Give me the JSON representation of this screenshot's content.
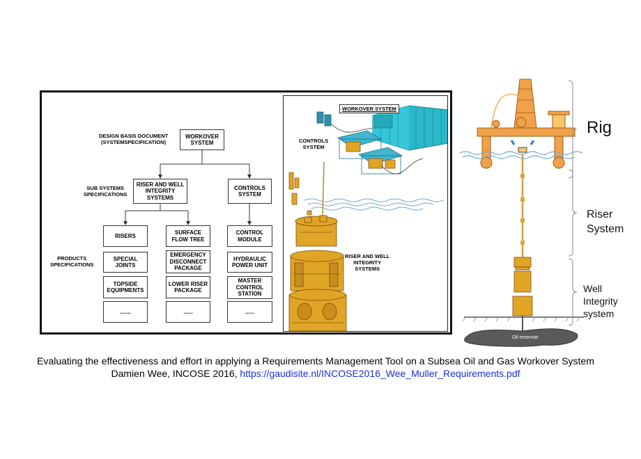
{
  "tree": {
    "row_labels": {
      "design_basis": "DESIGN BASIS DOCUMENT\n(SYSTEMSPECIFICATION)",
      "sub_systems": "SUB SYSTEMS\nSPECIFICATIONS",
      "products": "PRODUCTS\nSPECIFICATIONS"
    },
    "root": "WORKOVER\nSYSTEM",
    "riser_well": "RISER AND WELL\nINTEGRITY\nSYSTEMS",
    "controls": "CONTROLS\nSYSTEM",
    "col1": [
      "RISERS",
      "SPECIAL\nJOINTS",
      "TOPSIDE\nEQUIPMENTS",
      "......."
    ],
    "col2": [
      "SURFACE\nFLOW TREE",
      "EMERGENCY\nDISCONNECT\nPACKAGE",
      "LOWER RISER\nPACKAGE",
      "......"
    ],
    "col3": [
      "CONTROL\nMODULE",
      "HYDRAULIC\nPOWER UNIT",
      "MASTER\nCONTROL\nSTATION",
      "......"
    ]
  },
  "illustration": {
    "workover_label": "WORKOVER SYSTEM",
    "controls_label": "CONTROLS\nSYSTEM",
    "riser_label": "RISER AND WELL\nINTEGRITY\nSYSTEMS"
  },
  "rig_diagram": {
    "rig": "Rig",
    "riser": "Riser\nSystem",
    "well": "Well\nIntegrity\nsystem",
    "reservoir": "Oil reservoir"
  },
  "caption": {
    "line1": "Evaluating the effectiveness and effort in applying a Requirements Management Tool on a Subsea Oil and Gas Workover System",
    "line2_prefix": "Damien Wee, INCOSE 2016, ",
    "link": "https://gaudisite.nl/INCOSE2016_Wee_Muller_Requirements.pdf"
  },
  "colors": {
    "equipment": "#e0a526",
    "container": "#2bb7c9",
    "rig": "#f0a24a",
    "water": "#6fa8dc",
    "link": "#1a2fd6"
  }
}
